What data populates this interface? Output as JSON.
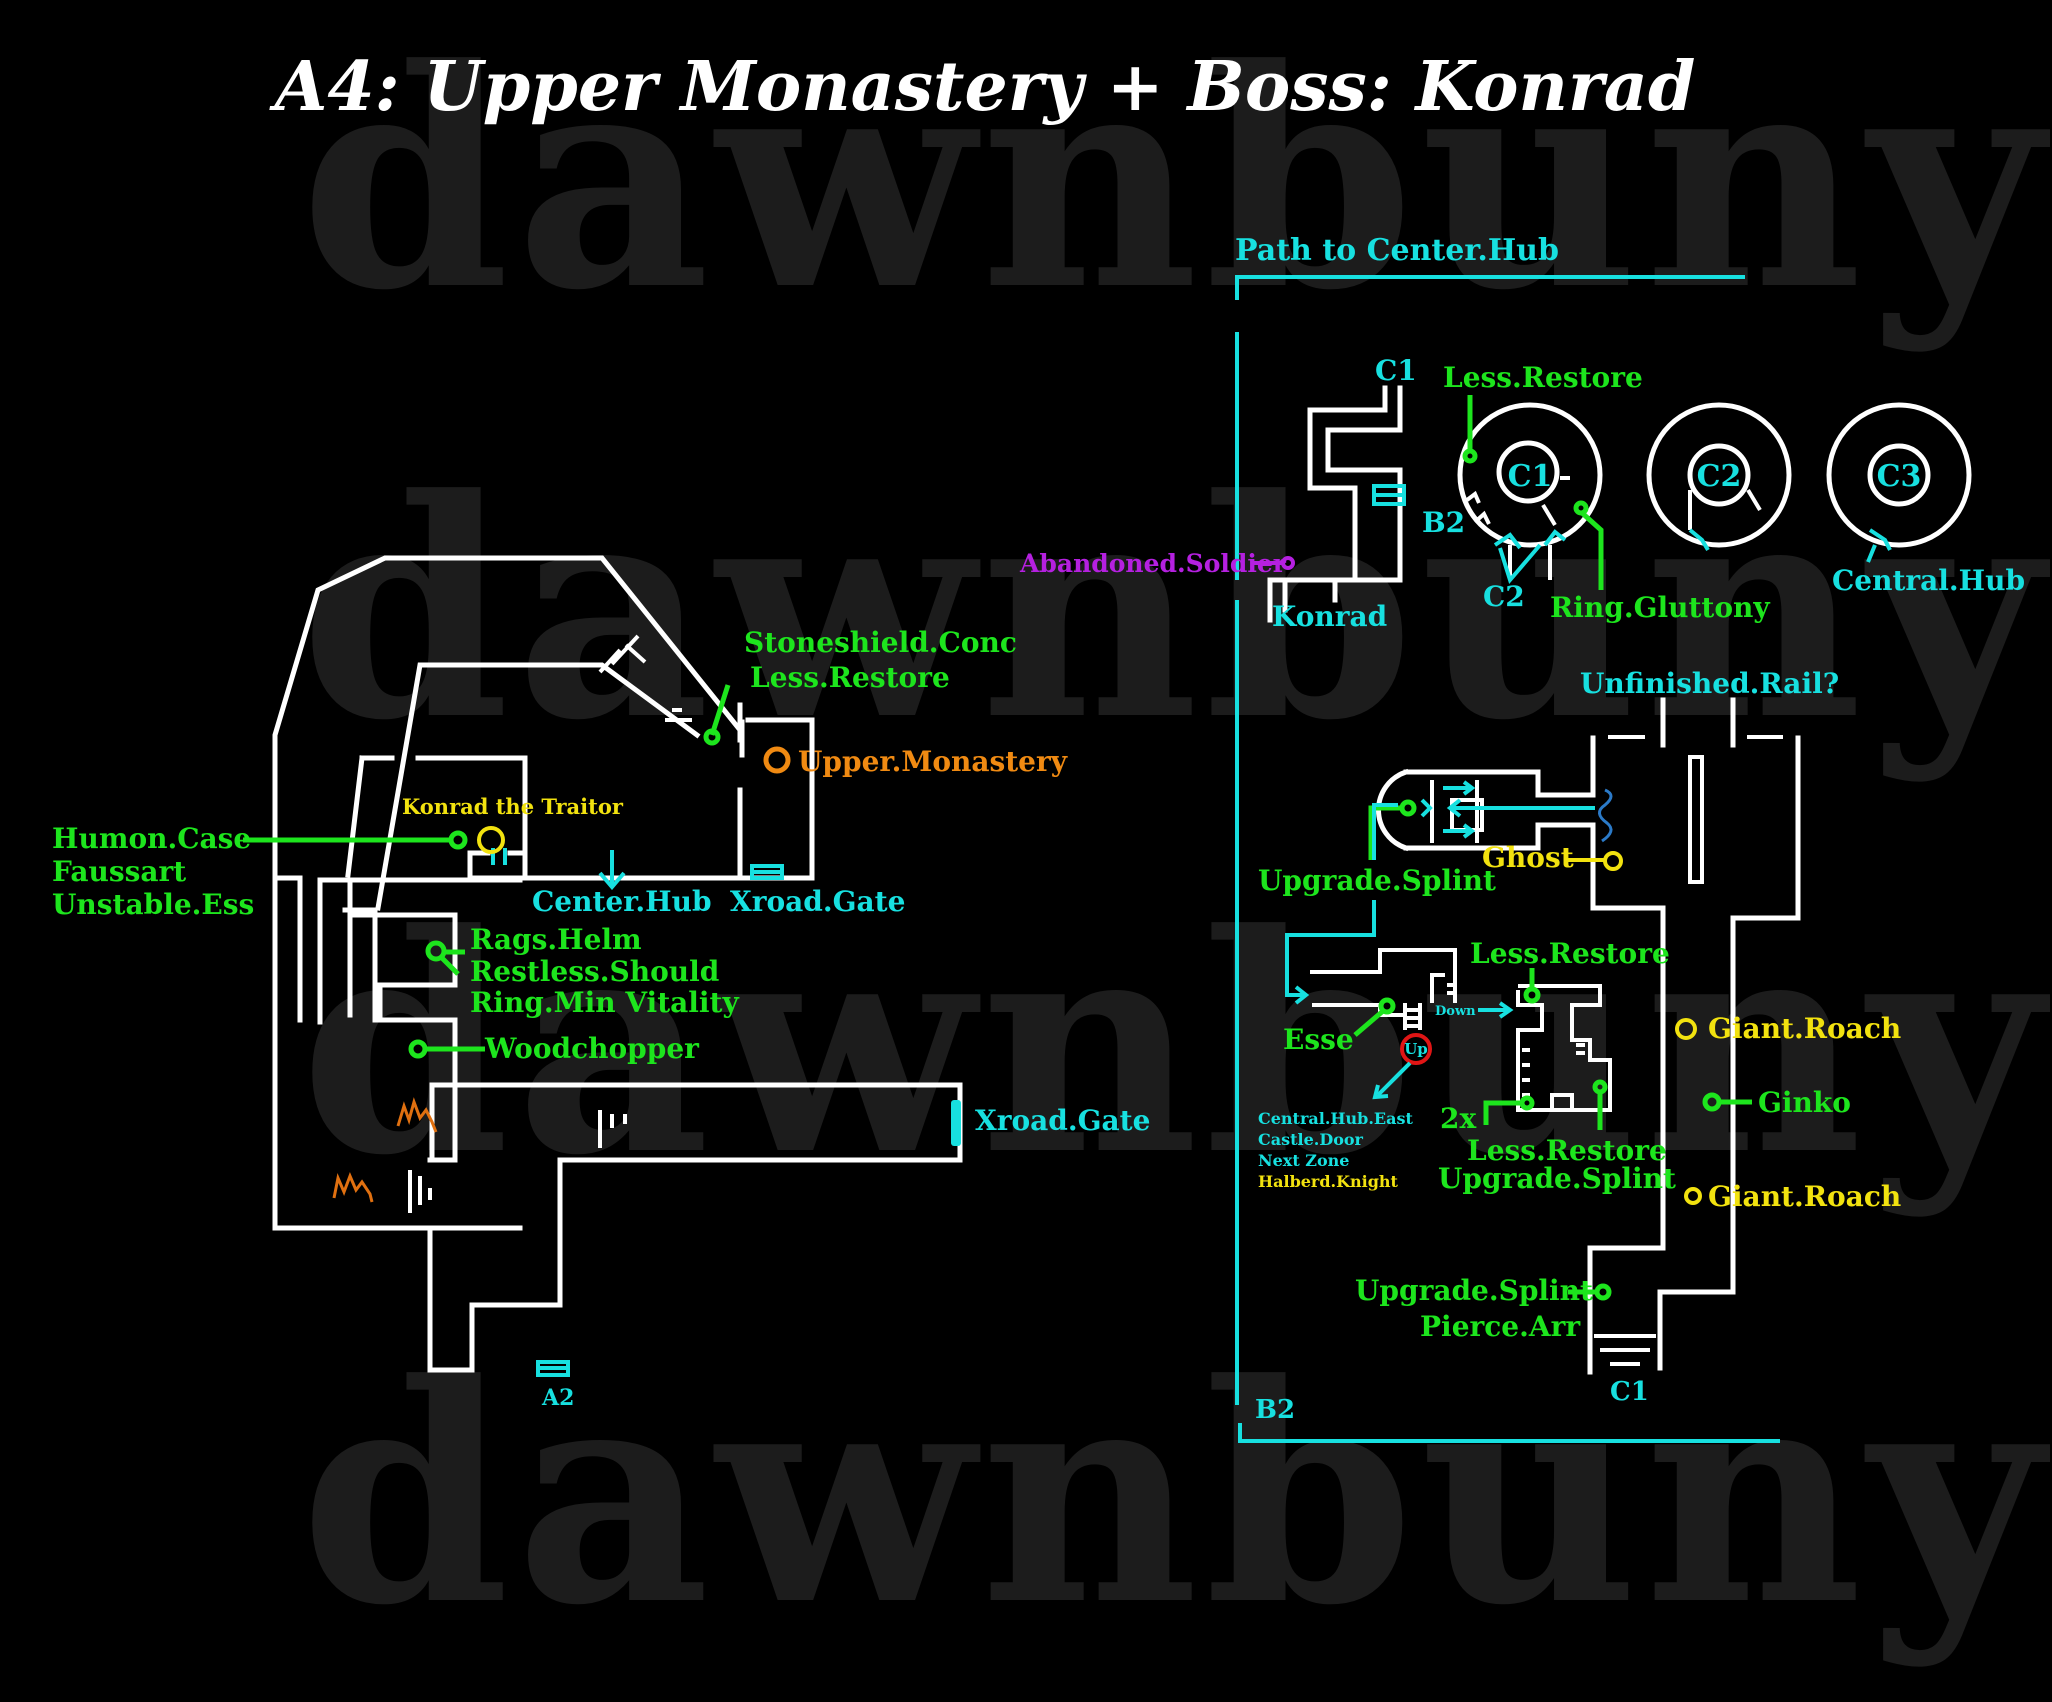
{
  "title": "A4: Upper Monastery + Boss: Konrad",
  "watermark": "dawnbuny",
  "colors": {
    "background": "#000000",
    "walls": "#ffffff",
    "item": "#1de51d",
    "transition": "#17e0e0",
    "enemy": "#f2e20f",
    "checkpoint": "#f08a12",
    "npc": "#b520e0",
    "hazard": "#e07010",
    "marker_red": "#e01515",
    "watermark": "#1c1c1c"
  },
  "left_map": {
    "items_hub": [
      "Humon.Case",
      "Faussart",
      "Unstable.Ess"
    ],
    "boss_label": "Konrad the Traitor",
    "items_top": [
      "Stoneshield.Conc",
      "Less.Restore"
    ],
    "checkpoint": "Upper.Monastery",
    "center_hub": "Center.Hub",
    "xroad_gate_top": "Xroad.Gate",
    "items_room": [
      "Rags.Helm",
      "Restless.Should",
      "Ring.Min Vitality"
    ],
    "woodchopper": "Woodchopper",
    "xroad_gate_right": "Xroad.Gate",
    "exit_a2": "A2",
    "hazard_icon": "fire-icon"
  },
  "right_map": {
    "path_title": "Path to Center.Hub",
    "c1_top": "C1",
    "less_restore_top": "Less.Restore",
    "rooms": [
      "C1",
      "C2",
      "C3"
    ],
    "b2_label": "B2",
    "c2_label": "C2",
    "ring_gluttony": "Ring.Gluttony",
    "central_hub": "Central.Hub",
    "npc": "Abandoned.Soldier",
    "konrad": "Konrad",
    "unfinished_rail": "Unfinished.Rail?",
    "upgrade_splint": "Upgrade.Splint",
    "ghost": "Ghost",
    "less_restore_mid": "Less.Restore",
    "esse": "Esse",
    "down": "Down",
    "up": "Up",
    "up_destinations": [
      "Central.Hub.East",
      "Castle.Door",
      "Next Zone"
    ],
    "up_enemy": "Halberd.Knight",
    "multiplier": "2x",
    "items_bottom": [
      "Less.Restore",
      "Upgrade.Splint"
    ],
    "giant_roach_1": "Giant.Roach",
    "ginko": "Ginko",
    "giant_roach_2": "Giant.Roach",
    "items_lower": [
      "Upgrade.Splint",
      "Pierce.Arr"
    ],
    "c1_bottom": "C1",
    "b2_bottom": "B2"
  }
}
